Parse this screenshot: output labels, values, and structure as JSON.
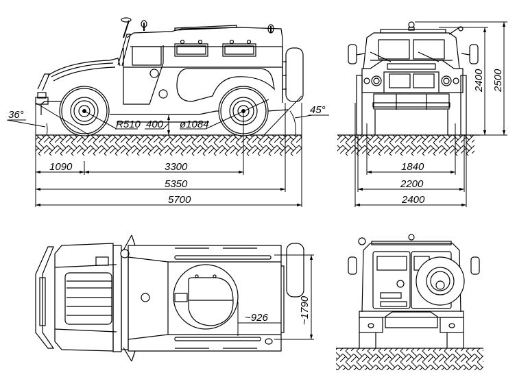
{
  "drawing": {
    "subject": "Armored 4x4 vehicle general arrangement drawing",
    "units": "mm",
    "views": {
      "side": {
        "angles": {
          "approach": "36°",
          "departure": "45°"
        },
        "annotations": {
          "wheel_radius": "R510",
          "ground_clearance": "400",
          "wheel_diameter": "ø1084"
        },
        "dimensions": {
          "front_overhang": "1090",
          "wheelbase": "3300",
          "length_body": "5350",
          "length_overall": "5700"
        }
      },
      "front": {
        "dimensions": {
          "height_body": "2400",
          "height_overall": "2500",
          "track": "1840",
          "width_body": "2200",
          "width_overall": "2400"
        }
      },
      "top": {
        "dimensions": {
          "hatch_offset": "~926",
          "roof_width": "~1790"
        }
      },
      "rear": {}
    }
  }
}
